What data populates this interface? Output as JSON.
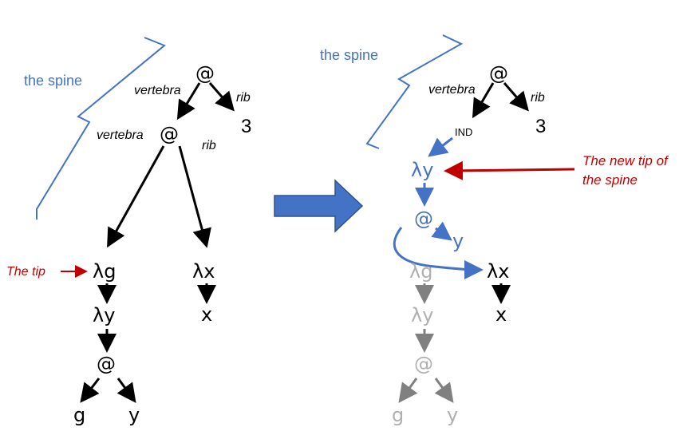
{
  "left_tree": {
    "spine_label": "the spine",
    "root_node": "@",
    "vertebra_label_1": "vertebra",
    "rib_label_1": "rib",
    "rib_value": "3",
    "vertebra_label_2": "vertebra",
    "inner_node": "@",
    "rib_label_2": "rib",
    "tip_label": "The tip",
    "lambda_g": "λg",
    "lambda_x": "λx",
    "x_body": "x",
    "lambda_y": "λy",
    "app_node": "@",
    "leaf_g": "g",
    "leaf_y": "y"
  },
  "right_tree": {
    "spine_label": "the spine",
    "root_node": "@",
    "vertebra_label": "vertebra",
    "rib_label": "rib",
    "rib_value": "3",
    "ind_node": "IND",
    "new_tip_node": "λy",
    "new_tip_annotation_line1": "The new tip of",
    "new_tip_annotation_line2": "the spine",
    "app_node": "@",
    "arg_y": "y",
    "lambda_x": "λx",
    "x_body": "x",
    "faded_lambda_g": "λg",
    "faded_lambda_y": "λy",
    "faded_app_node": "@",
    "faded_leaf_g": "g",
    "faded_leaf_y": "y"
  },
  "colors": {
    "black": "#000000",
    "blue": "#4472C4",
    "red": "#C00000",
    "gray": "#808080",
    "light_gray": "#B0B0B0"
  }
}
